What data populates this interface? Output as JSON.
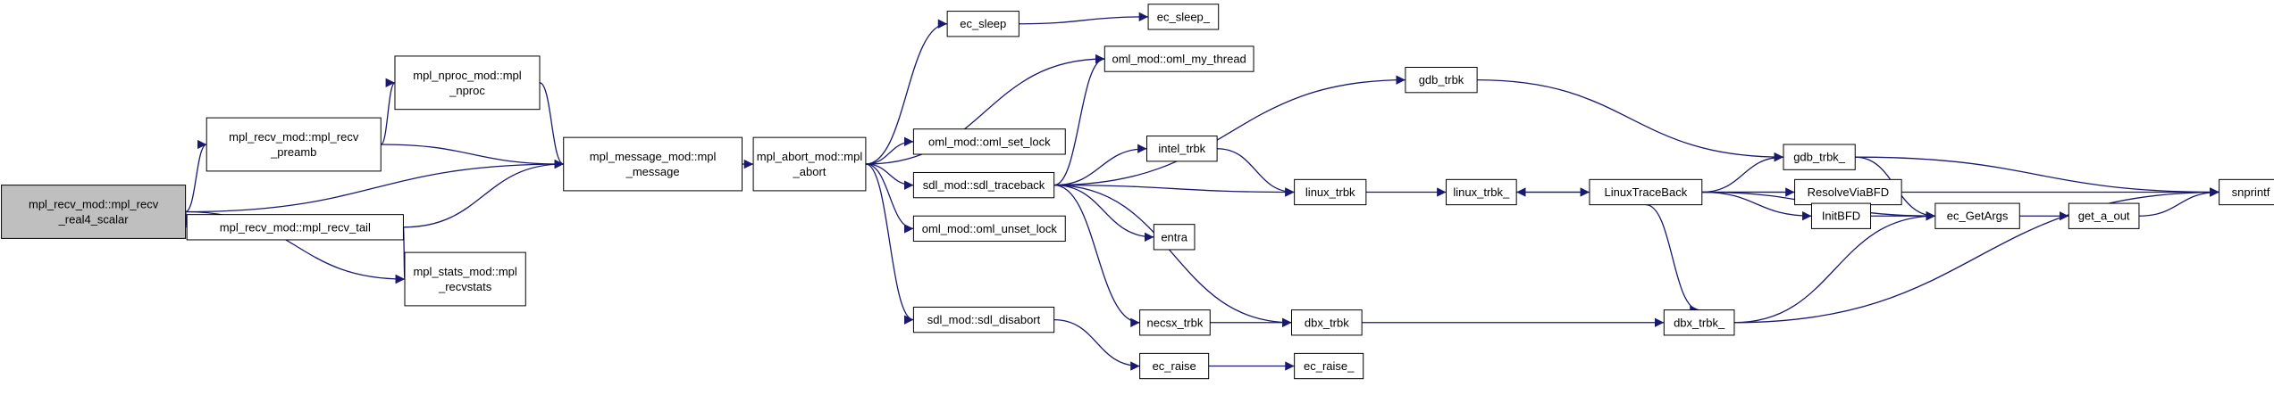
{
  "colors": {
    "edge": "#191970",
    "root_fill": "#bfbfbf",
    "node_fill": "#ffffff",
    "border": "#000000"
  },
  "nodes": [
    {
      "id": "root",
      "lines": [
        "mpl_recv_mod::mpl_recv",
        "_real4_scalar"
      ]
    },
    {
      "id": "recv_preamb",
      "lines": [
        "mpl_recv_mod::mpl_recv",
        "_preamb"
      ]
    },
    {
      "id": "recv_tail",
      "lines": [
        "mpl_recv_mod::mpl_recv_tail"
      ]
    },
    {
      "id": "nproc",
      "lines": [
        "mpl_nproc_mod::mpl",
        "_nproc"
      ]
    },
    {
      "id": "message",
      "lines": [
        "mpl_message_mod::mpl",
        "_message"
      ]
    },
    {
      "id": "recvstats",
      "lines": [
        "mpl_stats_mod::mpl",
        "_recvstats"
      ]
    },
    {
      "id": "abort",
      "lines": [
        "mpl_abort_mod::mpl",
        "_abort"
      ]
    },
    {
      "id": "ec_sleep",
      "lines": [
        "ec_sleep"
      ]
    },
    {
      "id": "ec_sleep_",
      "lines": [
        "ec_sleep_"
      ]
    },
    {
      "id": "oml_my_thread",
      "lines": [
        "oml_mod::oml_my_thread"
      ]
    },
    {
      "id": "oml_set_lock",
      "lines": [
        "oml_mod::oml_set_lock"
      ]
    },
    {
      "id": "sdl_traceback",
      "lines": [
        "sdl_mod::sdl_traceback"
      ]
    },
    {
      "id": "oml_unset_lock",
      "lines": [
        "oml_mod::oml_unset_lock"
      ]
    },
    {
      "id": "sdl_disabort",
      "lines": [
        "sdl_mod::sdl_disabort"
      ]
    },
    {
      "id": "gdb_trbk",
      "lines": [
        "gdb_trbk"
      ]
    },
    {
      "id": "intel_trbk",
      "lines": [
        "intel_trbk"
      ]
    },
    {
      "id": "entra",
      "lines": [
        "entra"
      ]
    },
    {
      "id": "necsx_trbk",
      "lines": [
        "necsx_trbk"
      ]
    },
    {
      "id": "ec_raise",
      "lines": [
        "ec_raise"
      ]
    },
    {
      "id": "ec_raise_",
      "lines": [
        "ec_raise_"
      ]
    },
    {
      "id": "linux_trbk",
      "lines": [
        "linux_trbk"
      ]
    },
    {
      "id": "dbx_trbk",
      "lines": [
        "dbx_trbk"
      ]
    },
    {
      "id": "linux_trbk_",
      "lines": [
        "linux_trbk_"
      ]
    },
    {
      "id": "LinuxTraceBack",
      "lines": [
        "LinuxTraceBack"
      ]
    },
    {
      "id": "gdb_trbk_",
      "lines": [
        "gdb_trbk_"
      ]
    },
    {
      "id": "ResolveViaBFD",
      "lines": [
        "ResolveViaBFD"
      ]
    },
    {
      "id": "InitBFD",
      "lines": [
        "InitBFD"
      ]
    },
    {
      "id": "dbx_trbk_",
      "lines": [
        "dbx_trbk_"
      ]
    },
    {
      "id": "ec_GetArgs",
      "lines": [
        "ec_GetArgs"
      ]
    },
    {
      "id": "get_a_out",
      "lines": [
        "get_a_out"
      ]
    },
    {
      "id": "snprintf",
      "lines": [
        "snprintf"
      ]
    }
  ],
  "edges": [
    [
      "root",
      "recv_preamb"
    ],
    [
      "root",
      "message"
    ],
    [
      "root",
      "recv_tail"
    ],
    [
      "root",
      "recvstats"
    ],
    [
      "recv_preamb",
      "nproc"
    ],
    [
      "recv_preamb",
      "message"
    ],
    [
      "nproc",
      "message"
    ],
    [
      "recv_tail",
      "message"
    ],
    [
      "recv_tail",
      "recvstats"
    ],
    [
      "message",
      "abort"
    ],
    [
      "abort",
      "ec_sleep"
    ],
    [
      "abort",
      "oml_my_thread"
    ],
    [
      "abort",
      "oml_set_lock"
    ],
    [
      "abort",
      "sdl_traceback"
    ],
    [
      "abort",
      "oml_unset_lock"
    ],
    [
      "abort",
      "sdl_disabort"
    ],
    [
      "ec_sleep",
      "ec_sleep_"
    ],
    [
      "sdl_traceback",
      "oml_my_thread"
    ],
    [
      "sdl_traceback",
      "gdb_trbk"
    ],
    [
      "sdl_traceback",
      "intel_trbk"
    ],
    [
      "sdl_traceback",
      "linux_trbk"
    ],
    [
      "sdl_traceback",
      "entra"
    ],
    [
      "sdl_traceback",
      "necsx_trbk"
    ],
    [
      "sdl_traceback",
      "dbx_trbk"
    ],
    [
      "sdl_disabort",
      "ec_raise"
    ],
    [
      "ec_raise",
      "ec_raise_"
    ],
    [
      "gdb_trbk",
      "gdb_trbk_"
    ],
    [
      "intel_trbk",
      "linux_trbk"
    ],
    [
      "necsx_trbk",
      "dbx_trbk"
    ],
    [
      "linux_trbk",
      "linux_trbk_"
    ],
    [
      "linux_trbk_",
      "LinuxTraceBack"
    ],
    [
      "LinuxTraceBack",
      "linux_trbk_"
    ],
    [
      "LinuxTraceBack",
      "gdb_trbk_"
    ],
    [
      "LinuxTraceBack",
      "ResolveViaBFD"
    ],
    [
      "LinuxTraceBack",
      "InitBFD"
    ],
    [
      "LinuxTraceBack",
      "ec_GetArgs"
    ],
    [
      "LinuxTraceBack",
      "dbx_trbk_"
    ],
    [
      "LinuxTraceBack",
      "snprintf"
    ],
    [
      "dbx_trbk",
      "dbx_trbk_"
    ],
    [
      "gdb_trbk_",
      "ec_GetArgs"
    ],
    [
      "gdb_trbk_",
      "snprintf"
    ],
    [
      "ResolveViaBFD",
      "InitBFD"
    ],
    [
      "InitBFD",
      "ec_GetArgs"
    ],
    [
      "dbx_trbk_",
      "ec_GetArgs"
    ],
    [
      "dbx_trbk_",
      "snprintf"
    ],
    [
      "ec_GetArgs",
      "get_a_out"
    ],
    [
      "get_a_out",
      "snprintf"
    ]
  ]
}
